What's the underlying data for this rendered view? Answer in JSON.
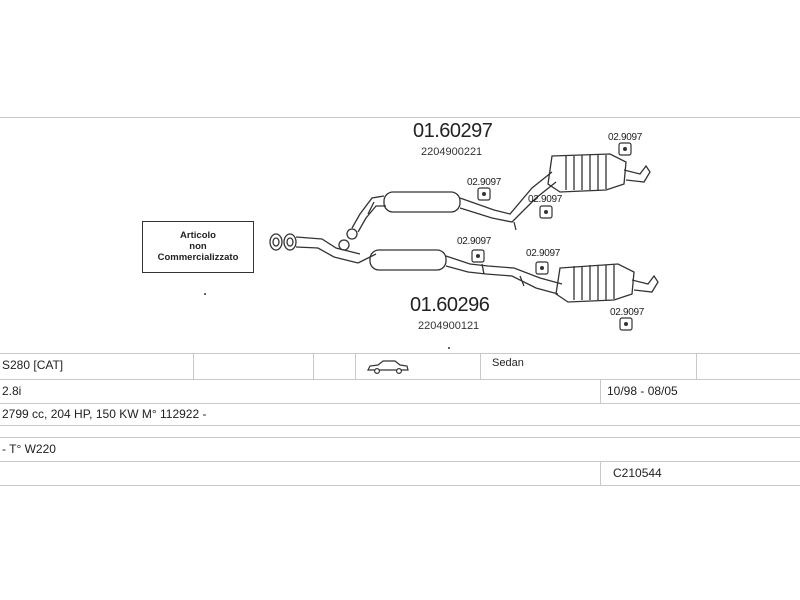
{
  "diagram": {
    "upper_part_number": "01.60297",
    "upper_oem_number": "2204900221",
    "lower_part_number": "01.60296",
    "lower_oem_number": "2204900121",
    "clamp_code": "02.9097",
    "notice_lines": [
      "Articolo",
      "non",
      "Commercializzato"
    ]
  },
  "vehicle": {
    "model": "S280  [CAT]",
    "body_icon": "car-sedan-icon",
    "body_type": "Sedan",
    "engine": "2.8i",
    "years": "10/98 - 08/05",
    "specs": "2799 cc, 204 HP, 150 KW M° 112922 -",
    "chassis": "- T° W220",
    "catalog_code": "C210544"
  },
  "colors": {
    "line": "#c8c8c8",
    "ink": "#333333"
  }
}
